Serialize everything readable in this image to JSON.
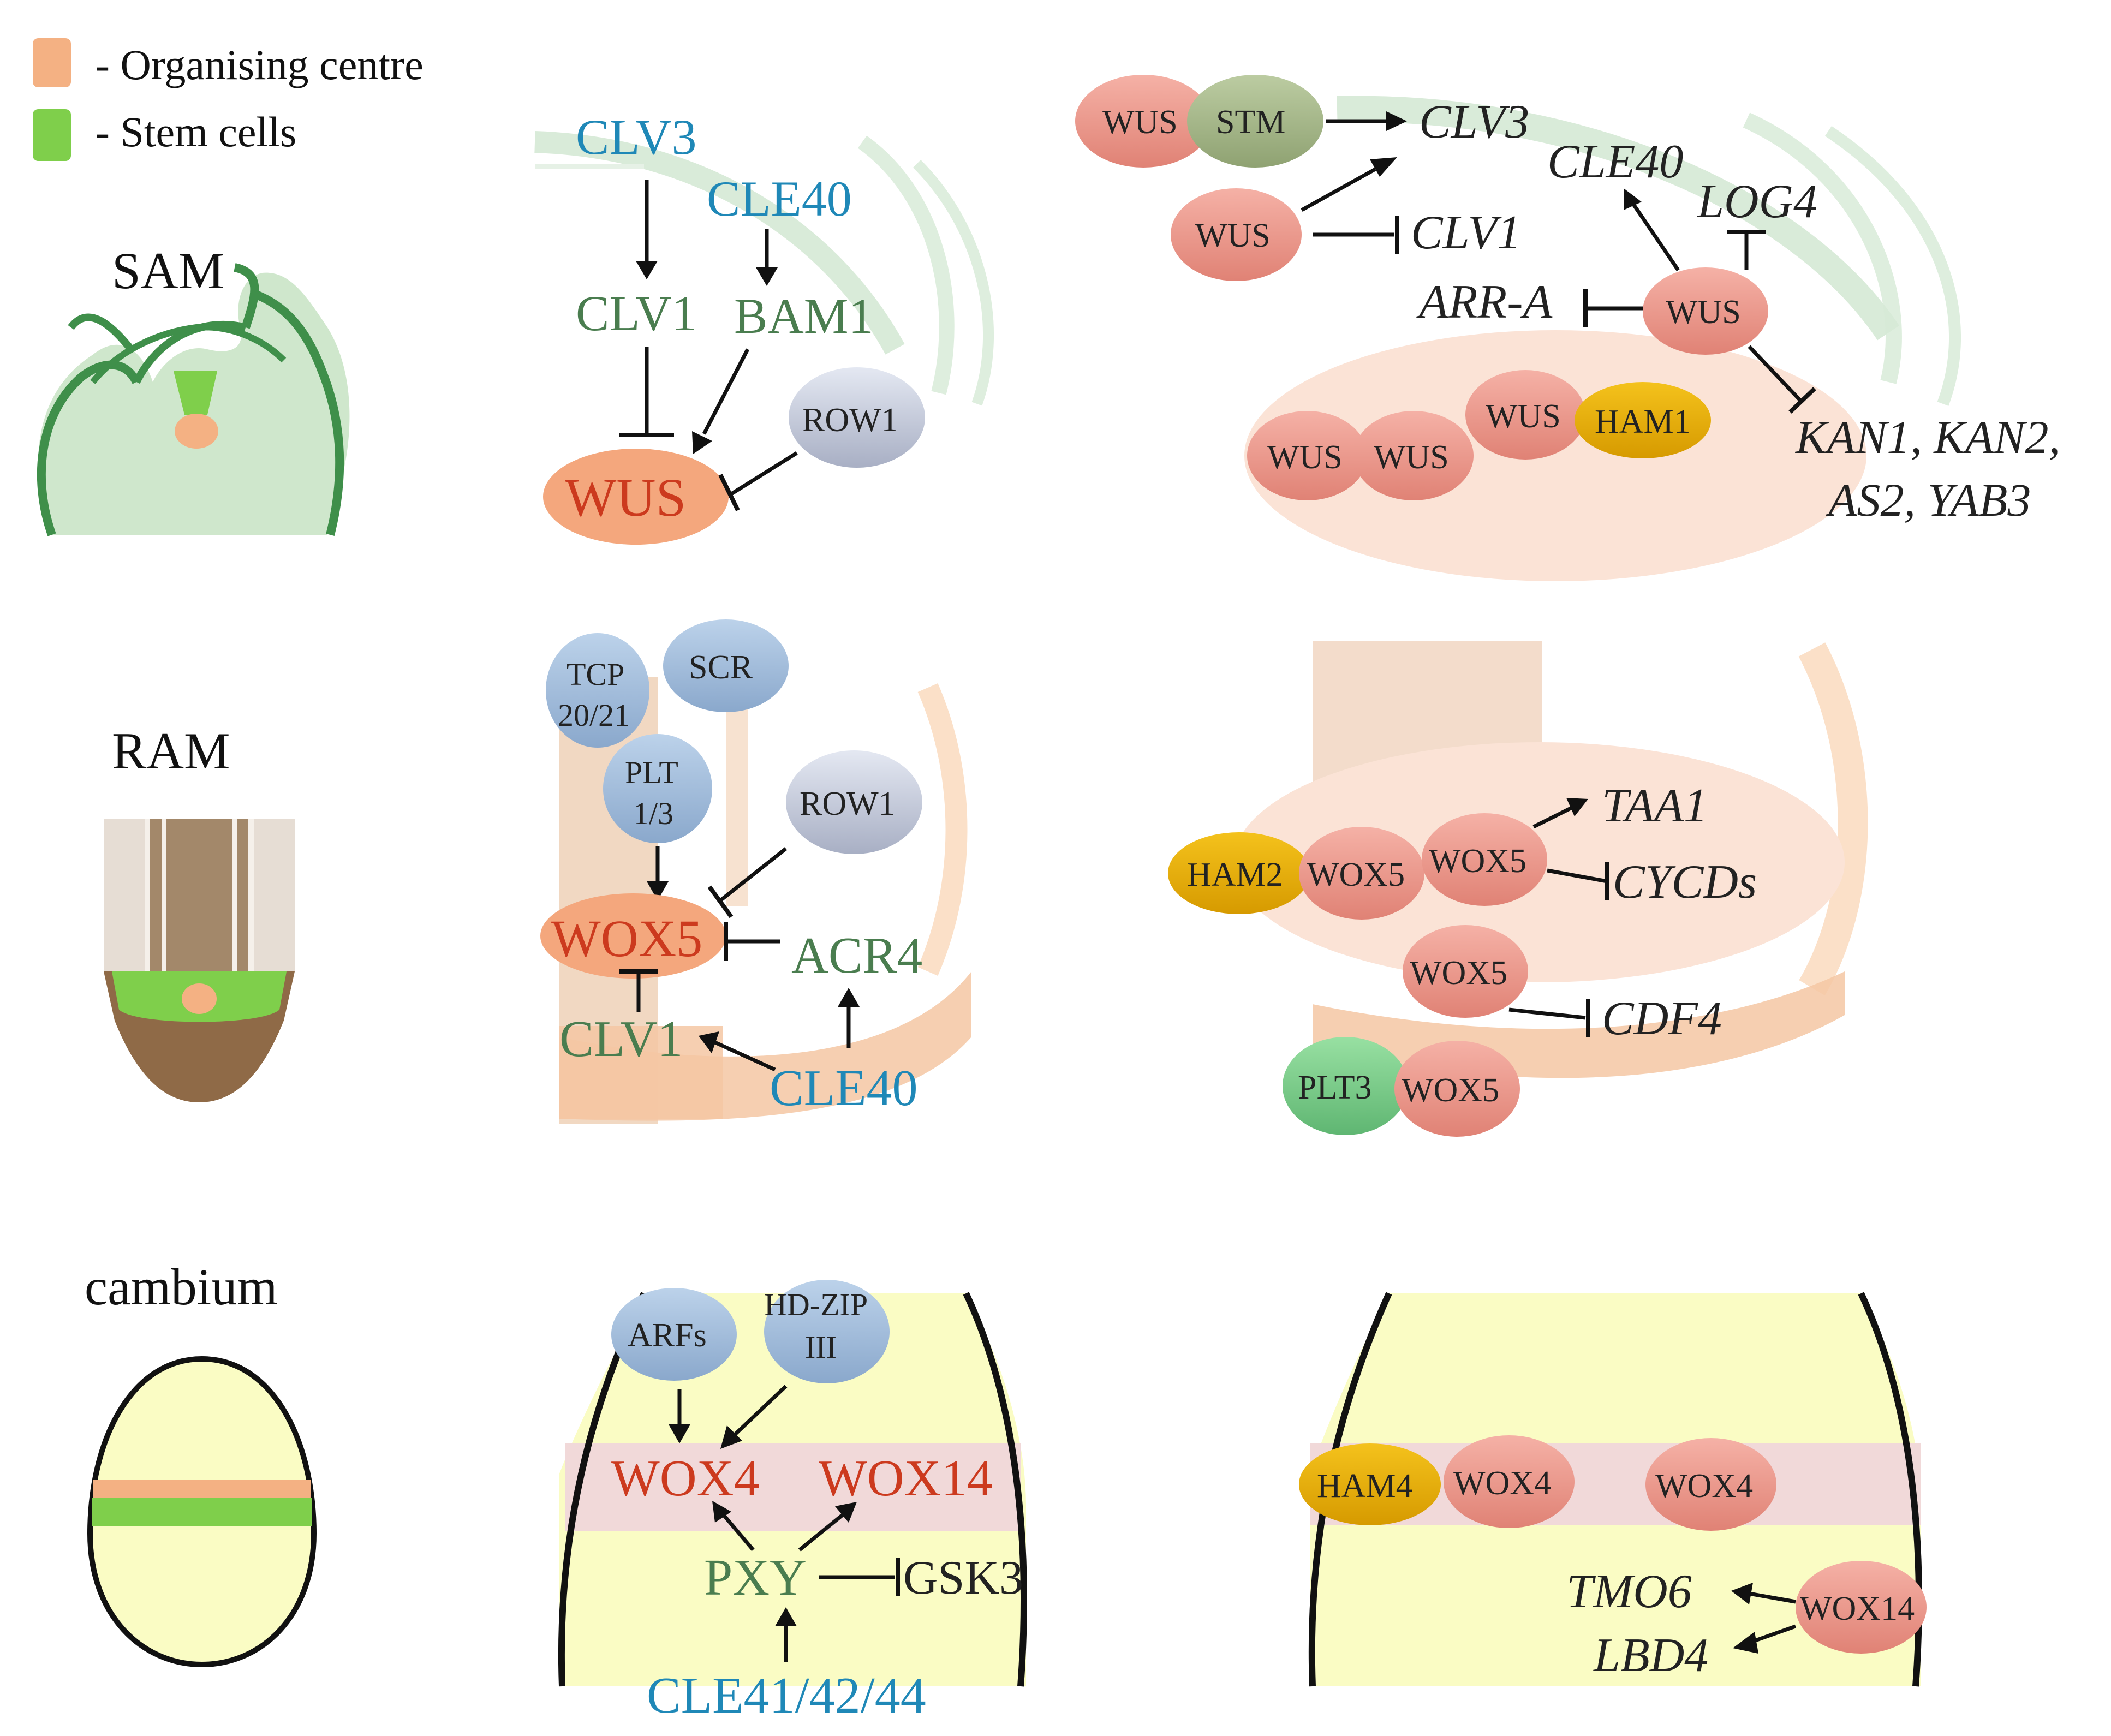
{
  "legend": [
    {
      "label": "- Organising centre",
      "color": "#f4b183"
    },
    {
      "label": "- Stem cells",
      "color": "#7fcf4b"
    }
  ],
  "rows": {
    "sam": "SAM",
    "ram": "RAM",
    "cambium": "cambium"
  },
  "colors": {
    "peptide": "#1f88b7",
    "receptor": "#4a7d4f",
    "wox": "#cc3a1e",
    "proteinPink": "#ee9a8e",
    "proteinBlue": "#a9c2de",
    "proteinGrey": "#c9d0e0",
    "proteinGold": "#e9ae05",
    "proteinSage": "#a8ba8b",
    "proteinGreen": "#7fce8c"
  },
  "samPathway": {
    "clv3": "CLV3",
    "cle40": "CLE40",
    "clv1": "CLV1",
    "bam1": "BAM1",
    "row1": "ROW1",
    "wus": "WUS"
  },
  "samTargets": {
    "wus1": "WUS",
    "stm": "STM",
    "clv3": "CLV3",
    "cle40": "CLE40",
    "wus2": "WUS",
    "clv1": "CLV1",
    "log4": "LOG4",
    "arra": "ARR-A",
    "wus3": "WUS",
    "wus4": "WUS",
    "wus5": "WUS",
    "wus6": "WUS",
    "ham1": "HAM1",
    "kan": "KAN1, KAN2,",
    "as2": "AS2, YAB3"
  },
  "ramPathway": {
    "tcp1": "TCP",
    "tcp2": "20/21",
    "scr": "SCR",
    "plt1": "PLT",
    "plt2": "1/3",
    "row1": "ROW1",
    "wox5": "WOX5",
    "acr4": "ACR4",
    "clv1": "CLV1",
    "cle40": "CLE40"
  },
  "ramTargets": {
    "ham2": "HAM2",
    "wox5a": "WOX5",
    "wox5b": "WOX5",
    "taa1": "TAA1",
    "cycds": "CYCDs",
    "wox5c": "WOX5",
    "cdf4": "CDF4",
    "plt3": "PLT3",
    "wox5d": "WOX5"
  },
  "cambPathway": {
    "arfs": "ARFs",
    "hdzip1": "HD-ZIP",
    "hdzip2": "III",
    "wox4": "WOX4",
    "wox14": "WOX14",
    "pxy": "PXY",
    "gsk3": "GSK3",
    "cle41": "CLE41/42/44"
  },
  "cambTargets": {
    "ham4": "HAM4",
    "wox4a": "WOX4",
    "wox4b": "WOX4",
    "tmo6": "TMO6",
    "lbd4": "LBD4",
    "wox14": "WOX14"
  }
}
